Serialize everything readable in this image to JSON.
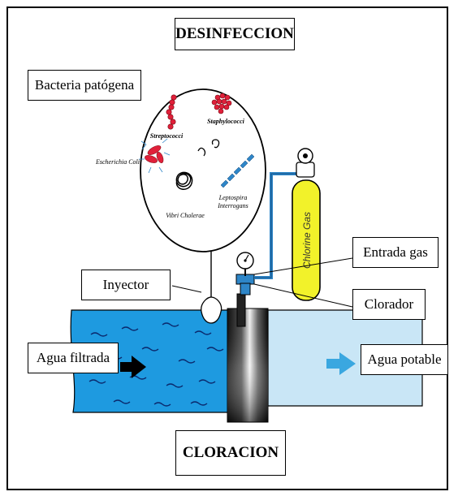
{
  "title_top": "DESINFECCION",
  "title_bottom": "CLORACION",
  "labels": {
    "bacteria": "Bacteria patógena",
    "inyector": "Inyector",
    "entrada_gas": "Entrada gas",
    "clorador": "Clorador",
    "agua_filtrada": "Agua filtrada",
    "agua_potable": "Agua potable"
  },
  "bacteria_names": {
    "streptococci": "Streptococci",
    "staphylococci": "Staphylococci",
    "ecoli": "Escherichia Coli",
    "leptospira_1": "Leptospira",
    "leptospira_2": "Interrogans",
    "vibrio": "Vibri Cholerae"
  },
  "cylinder_label": "Chlorine Gas",
  "colors": {
    "water_dark": "#1e9ae0",
    "water_light": "#c9e6f6",
    "cylinder": "#f2f22a",
    "pipe_blue": "#2e86c8",
    "arrow_blue": "#3aa7e0",
    "bacteria_red": "#e0203a"
  }
}
